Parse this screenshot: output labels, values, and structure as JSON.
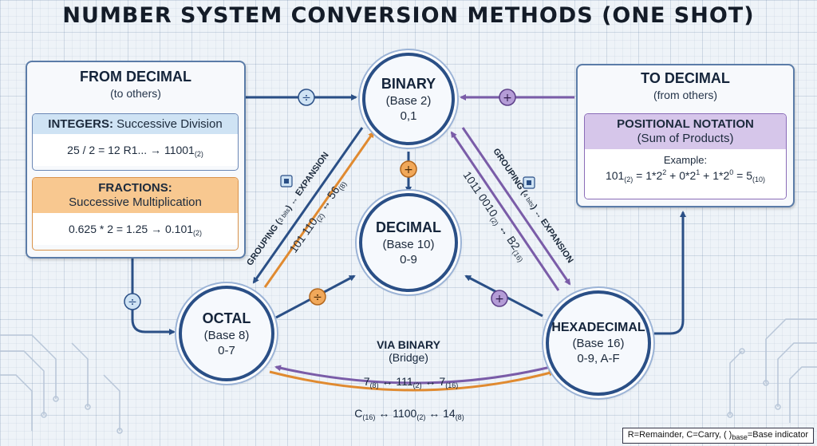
{
  "title": "NUMBER SYSTEM CONVERSION METHODS (ONE SHOT)",
  "from_decimal": {
    "heading": "FROM DECIMAL",
    "subheading": "(to others)",
    "integers_label_bold": "INTEGERS:",
    "integers_label_rest": "Successive Division",
    "integers_example": "25 / 2 = 12 R1... → 11001",
    "integers_example_base": "(2)",
    "fractions_label_bold": "FRACTIONS:",
    "fractions_label_rest": "Successive Multiplication",
    "fractions_example": "0.625 * 2 = 1.25 → 0.101",
    "fractions_example_base": "(2)"
  },
  "to_decimal": {
    "heading": "TO DECIMAL",
    "subheading": "(from others)",
    "positional_title": "POSITIONAL NOTATION",
    "positional_sub": "(Sum of Products)",
    "example_label": "Example:",
    "ex_a": "101",
    "ex_a_base": "(2)",
    "ex_b": " = 1*2",
    "ex_b_sup": "2",
    "ex_c": " + 0*2",
    "ex_c_sup": "1",
    "ex_d": " + 1*2",
    "ex_d_sup": "0",
    "ex_e": " = 5",
    "ex_e_base": "(10)"
  },
  "nodes": {
    "binary": {
      "name": "BINARY",
      "base": "(Base 2)",
      "digits": "0,1"
    },
    "decimal": {
      "name": "DECIMAL",
      "base": "(Base 10)",
      "digits": "0-9"
    },
    "octal": {
      "name": "OCTAL",
      "base": "(Base 8)",
      "digits": "0-7"
    },
    "hex": {
      "name": "HEXADECIMAL",
      "base": "(Base 16)",
      "digits": "0-9, A-F"
    }
  },
  "edges": {
    "left_grouping_pre": "GROUPING (",
    "left_grouping_small": "3 bits",
    "left_grouping_post": ") ↔ EXPANSION",
    "left_example_a": "101 110",
    "left_example_a_base": "(2)",
    "left_example_b": " ↔ 56",
    "left_example_b_base": "(8)",
    "right_grouping_pre": "GROUPING (",
    "right_grouping_small": "4 bits",
    "right_grouping_post": ") ↔ EXPANSION",
    "right_example_a": "1011 0010",
    "right_example_a_base": "(2)",
    "right_example_b": " ↔ B2",
    "right_example_b_base": "(16)",
    "via_binary": "VIA BINARY",
    "via_binary_sub": "(Bridge)",
    "ex1_a": "7",
    "ex1_a_base": "(8)",
    "ex1_b": " ↔ 111",
    "ex1_b_base": "(2)",
    "ex1_c": " ↔ 7",
    "ex1_c_base": "(16)",
    "ex2_a": "C",
    "ex2_a_base": "(16)",
    "ex2_b": " ↔ 1100",
    "ex2_b_base": "(2)",
    "ex2_c": " ↔ 14",
    "ex2_c_base": "(8)"
  },
  "operators": {
    "divide": "÷",
    "plus": "+"
  },
  "legend": {
    "a": "R=Remainder, C=Carry, ( )",
    "b": "base",
    "c": "=Base indicator"
  },
  "colors": {
    "blue": "#2a4f86",
    "orange": "#e08a30",
    "purple": "#7a5ca8",
    "integers_fill": "#cfe3f4",
    "fractions_fill": "#f8c890",
    "positional_fill": "#d6c6ea"
  }
}
